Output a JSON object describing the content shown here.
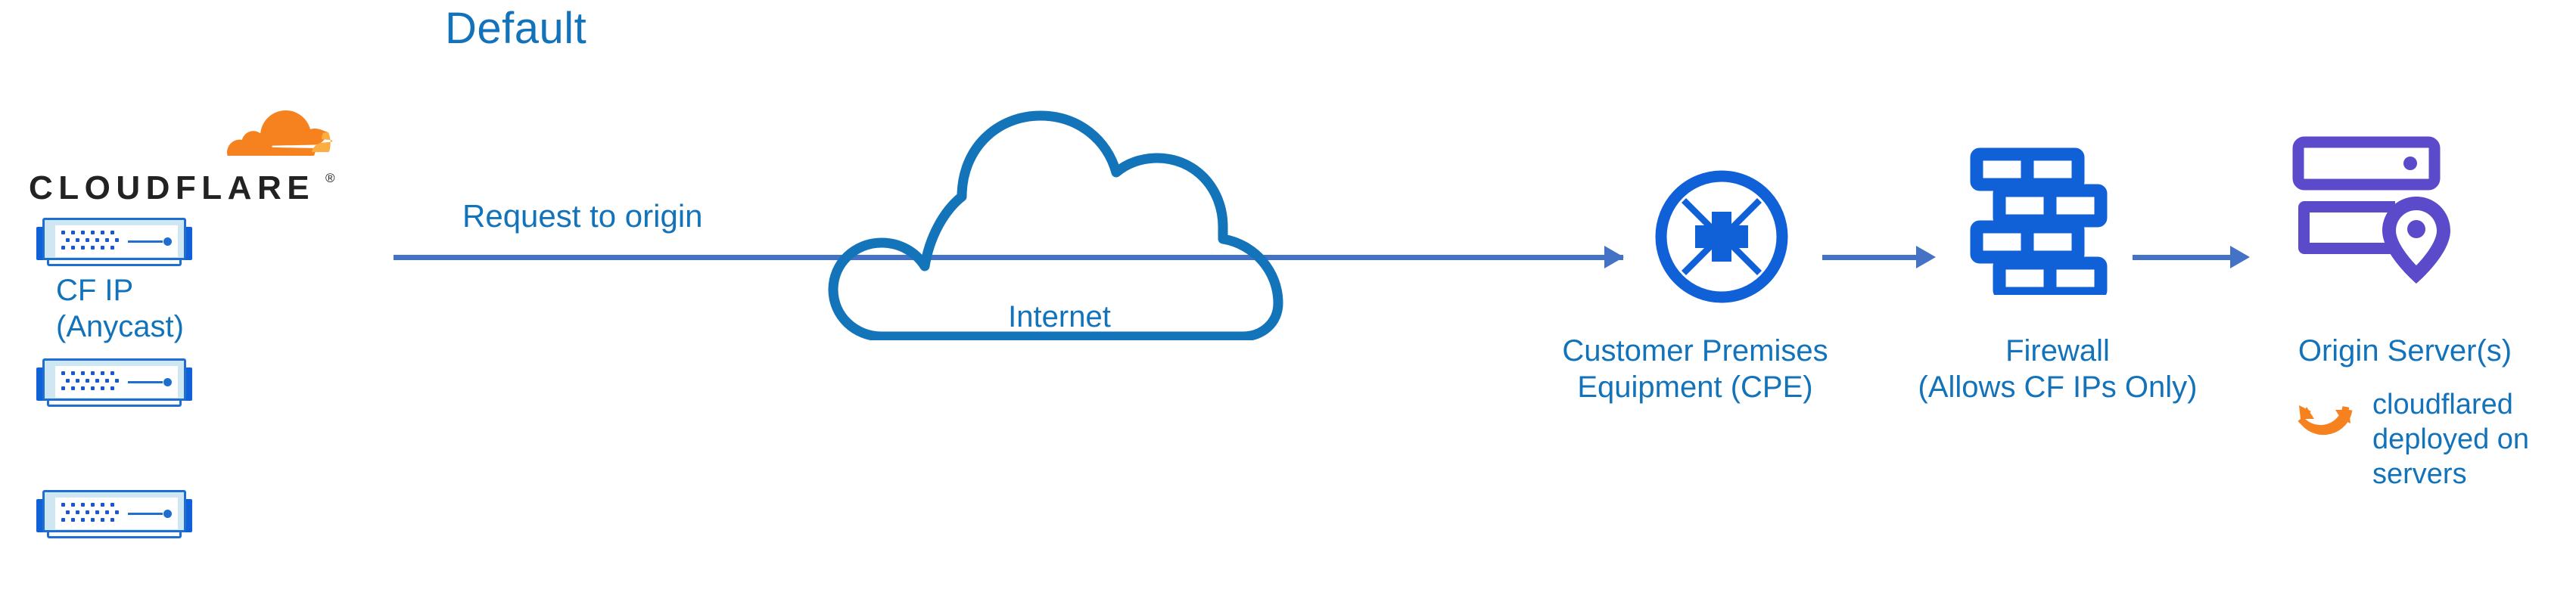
{
  "diagram": {
    "title": "Default",
    "colors": {
      "blue_text": "#1373BA",
      "arrow_blue": "#4472C4",
      "icon_blue": "#1060D8",
      "cloud_blue": "#1374BA",
      "purple": "#5B4BCB",
      "orange": "#F6821F",
      "orange_light": "#FBAD41"
    },
    "brand": {
      "logo_wordmark": "CLOUDFLARE",
      "logo_registered": "®",
      "logo_icon": "cloudflare-cloud-icon"
    },
    "nodes": [
      {
        "id": "cf-edge",
        "label_lines": "CF IP\n(Anycast)",
        "icon": "server-rack-icon",
        "count": 3
      },
      {
        "id": "internet",
        "label": "Internet",
        "icon": "cloud-outline-icon"
      },
      {
        "id": "cpe",
        "label_lines": "Customer Premises\nEquipment (CPE)",
        "icon": "router-icon"
      },
      {
        "id": "firewall",
        "label_lines": "Firewall\n(Allows CF IPs Only)",
        "icon": "brick-wall-icon"
      },
      {
        "id": "origin",
        "label": "Origin Server(s)",
        "icon": "origin-server-pin-icon"
      }
    ],
    "annotations": {
      "request_label": "Request to origin",
      "cloudflared_note": "cloudflared deployed on servers",
      "cloudflared_icon": "sync-arrows-icon"
    },
    "flow": [
      {
        "from": "cf-edge",
        "to": "cpe",
        "label": "Request to origin"
      },
      {
        "from": "cpe",
        "to": "firewall",
        "label": ""
      },
      {
        "from": "firewall",
        "to": "origin",
        "label": ""
      }
    ]
  }
}
